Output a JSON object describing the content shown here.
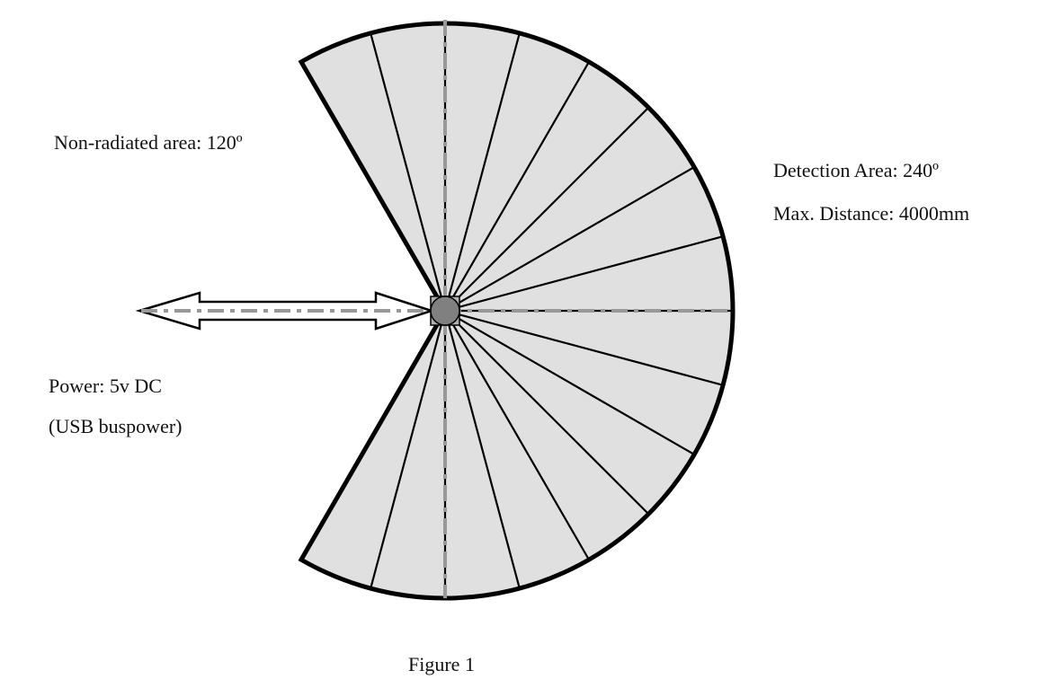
{
  "labels": {
    "non_radiated": "Non-radiated area: 120º",
    "detection_area": "Detection Area: 240º",
    "max_distance": "Max. Distance: 4000mm",
    "power": "Power: 5v DC",
    "power_note": "(USB buspower)",
    "caption": "Figure 1"
  },
  "sensor": {
    "detection_angle_deg": 240,
    "non_radiated_angle_deg": 120,
    "spoke_step_deg": 15,
    "max_distance_mm": 4000
  },
  "colors": {
    "sector_fill": "#e0e0e0",
    "outline": "#000000",
    "axis_dash": "#999999",
    "sensor_dot": "#808080",
    "sensor_box": "#b0b0b0"
  }
}
